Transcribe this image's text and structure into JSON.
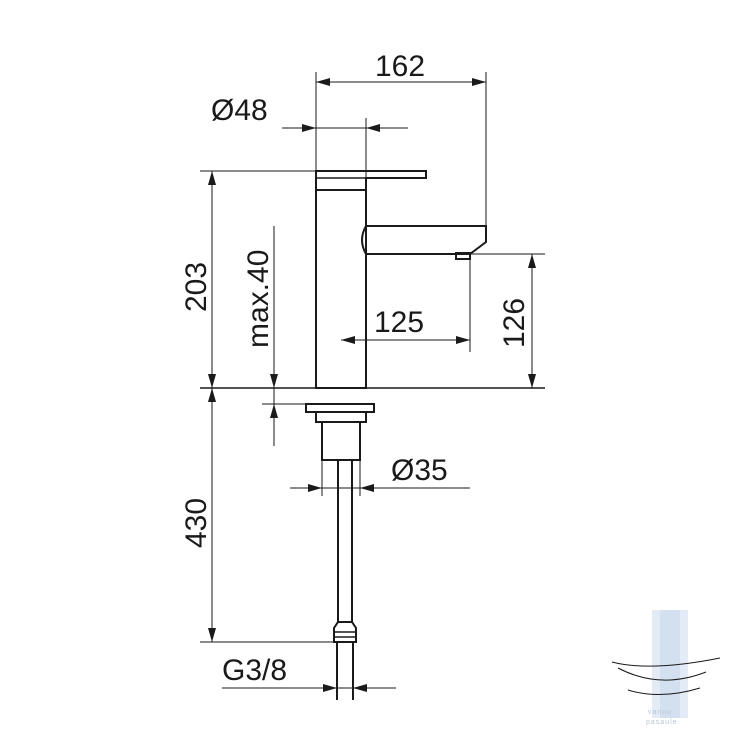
{
  "dimensions": {
    "width_total": "162",
    "body_diameter": "Ø48",
    "height_body": "203",
    "max_deck": "max.40",
    "spout_reach": "125",
    "spout_height": "126",
    "hose_length": "430",
    "shank_diameter": "Ø35",
    "connection_thread": "G3/8"
  },
  "watermark": {
    "line1": "vannu",
    "line2": "pasaule"
  },
  "colors": {
    "ink": "#1a1a1a",
    "watermark_bar": "#dbe6f3"
  }
}
